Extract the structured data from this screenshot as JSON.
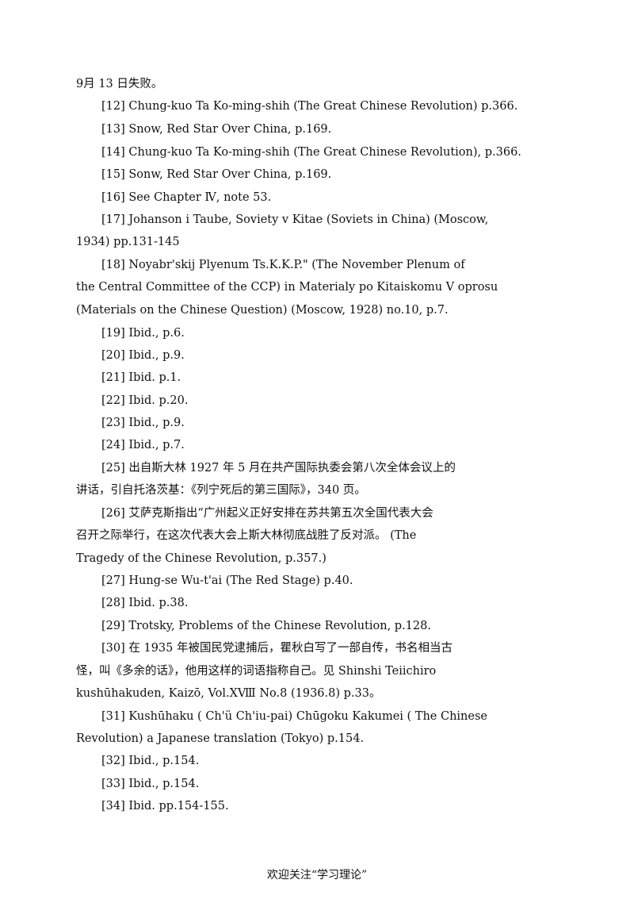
{
  "notes": [
    "9月 13 日失败。",
    "[12] Chung-kuo Ta Ko-ming-shih (The Great Chinese Revolution) p.366.",
    "[13] Snow, Red Star Over China, p.169.",
    "[14] Chung-kuo Ta Ko-ming-shih (The Great Chinese Revolution), p.366.",
    "[15] Sonw, Red Star Over China, p.169.",
    "[16] See Chapter Ⅳ, note 53.",
    "[17] Johanson i Taube, Soviety v Kitae (Soviets in China) (Moscow,",
    "1934) pp.131-145",
    "[18] Noyabr'skij Plyenum Ts.K.K.P.\" (The November Plenum of",
    "the Central Committee of the CCP) in Materialy po Kitaiskomu V oprosu",
    "(Materials on the Chinese Question) (Moscow, 1928) no.10, p.7.",
    "[19] Ibid., p.6.",
    "[20] Ibid., p.9.",
    "[21] Ibid. p.1.",
    "[22] Ibid. p.20.",
    "[23] Ibid., p.9.",
    "[24] Ibid., p.7.",
    "[25] 出自斯大林 1927 年 5 月在共产国际执委会第八次全体会议上的",
    "讲话，引自托洛茨基：《列宁死后的第三国际》，340 页。",
    "[26] 艾萨克斯指出“广州起义正好安排在苏共第五次全国代表大会",
    "召开之际举行，在这次代表大会上斯大林彻底战胜了反对派。 (The",
    "Tragedy of the Chinese Revolution, p.357.)",
    "[27] Hung-se Wu-t'ai (The Red Stage) p.40.",
    "[28] Ibid. p.38.",
    "[29] Trotsky, Problems of the Chinese Revolution, p.128.",
    "[30] 在 1935 年被国民党逮捕后，瞿秋白写了一部自传，书名相当古",
    "怪，叫《多余的话》，他用这样的词语指称自己。见 Shinshi Teiichiro",
    "kushūhakuden, Kaizō, Vol.XⅧ No.8 (1936.8) p.33。",
    "[31] Kushūhaku ( Ch'ü Ch'iu-pai) Chūgoku Kakumei ( The Chinese",
    "Revolution) a Japanese translation (Tokyo) p.154.",
    "[32] Ibid., p.154.",
    "[33] Ibid., p.154.",
    "[34] Ibid. pp.154-155."
  ],
  "footer": "欢迎关注“学习理论”"
}
